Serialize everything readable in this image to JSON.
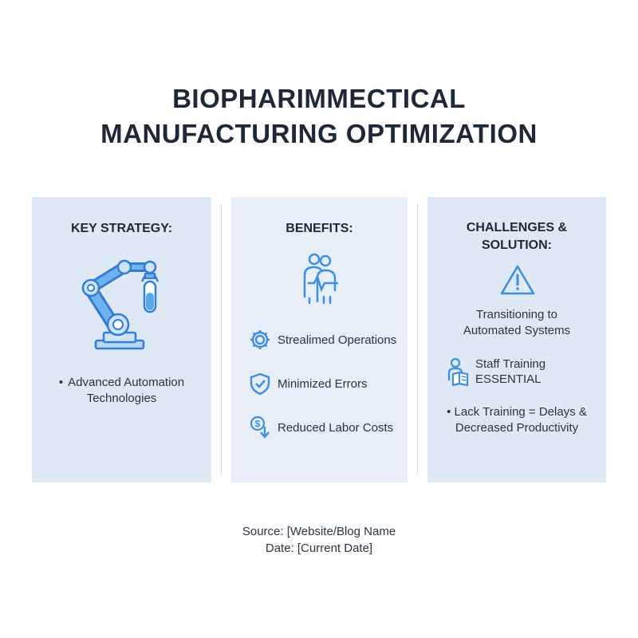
{
  "title": {
    "line1": "BIOPHARIMMECTICAL",
    "line2": "MANUFACTURING OPTIMIZATION"
  },
  "panels": {
    "strategy": {
      "heading": "KEY STRATEGY:",
      "icon": "robot-arm-icon",
      "bullet_line1": "Advanced Automation",
      "bullet_line2": "Technologies"
    },
    "benefits": {
      "heading": "BENEFITS:",
      "icon": "team-icon",
      "items": [
        {
          "icon": "gear-icon",
          "label": "Strealimed Operations"
        },
        {
          "icon": "shield-check-icon",
          "label": "Minimized Errors"
        },
        {
          "icon": "dollar-down-icon",
          "label": "Reduced Labor Costs"
        }
      ]
    },
    "challenges": {
      "heading_line1": "CHALLENGES &",
      "heading_line2": "SOLUTION:",
      "icon": "warning-icon",
      "transition_line1": "Transitioning to",
      "transition_line2": "Automated Systems",
      "training_icon": "training-book-icon",
      "training_line1": "Staff Training",
      "training_line2": "ESSENTIAL",
      "bullet_line1": "Lack Training = Delays &",
      "bullet_line2": "Decreased Productivity"
    }
  },
  "footer": {
    "source": "Source: [Website/Blog Name",
    "date": "Date: [Current Date]"
  },
  "colors": {
    "accent": "#3d8fe0",
    "panel_bg": "#dfe8f5",
    "title": "#1e2838"
  }
}
